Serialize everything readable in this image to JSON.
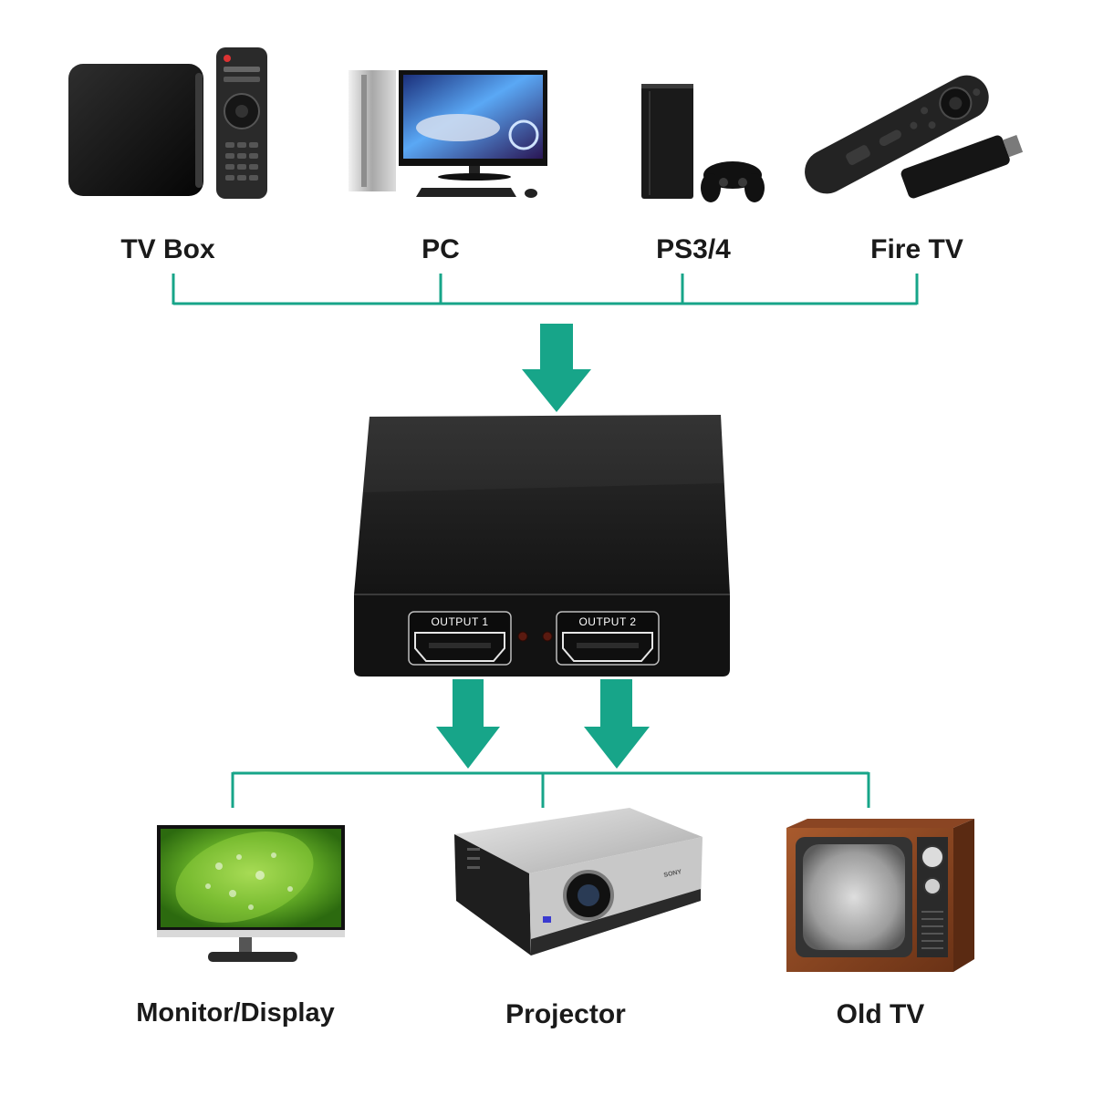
{
  "diagram": {
    "sources": [
      {
        "label": "TV Box",
        "icon": "tv-box-icon"
      },
      {
        "label": "PC",
        "icon": "desktop-pc-icon"
      },
      {
        "label": "PS3/4",
        "icon": "game-console-icon"
      },
      {
        "label": "Fire TV",
        "icon": "streaming-stick-icon"
      }
    ],
    "splitter": {
      "icon": "hdmi-splitter-icon",
      "ports": [
        {
          "label": "OUTPUT 1"
        },
        {
          "label": "OUTPUT 2"
        }
      ]
    },
    "displays": [
      {
        "label": "Monitor/Display",
        "icon": "monitor-icon"
      },
      {
        "label": "Projector",
        "icon": "projector-icon",
        "brand": "SONY"
      },
      {
        "label": "Old TV",
        "icon": "crt-tv-icon"
      }
    ]
  },
  "colors": {
    "connector": "#17a589",
    "label_text": "#1a1a1a",
    "background": "#ffffff"
  }
}
